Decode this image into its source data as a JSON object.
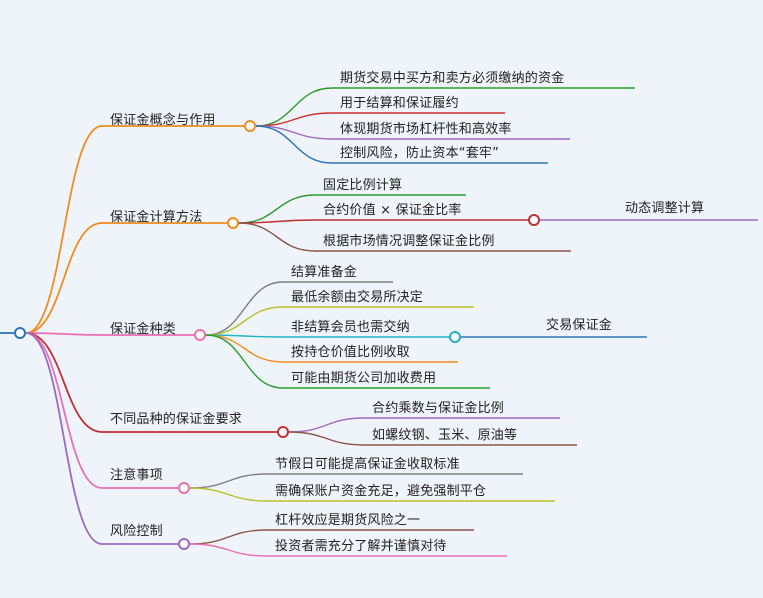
{
  "root": {
    "label": ""
  },
  "branches": [
    {
      "label": "保证金概念与作用",
      "color": "#f08c1e",
      "children": [
        {
          "label": "期货交易中买方和卖方必须缴纳的资金",
          "color": "#2a9d2a"
        },
        {
          "label": "用于结算和保证履约",
          "color": "#d12f2f"
        },
        {
          "label": "体现期货市场杠杆性和高效率",
          "color": "#9b6bc2"
        },
        {
          "label": "控制风险，防止资本“套牢”",
          "color": "#2a74b8"
        }
      ]
    },
    {
      "label": "保证金计算方法",
      "color": "#f08c1e",
      "children": [
        {
          "label": "固定比例计算",
          "color": "#2a9d2a"
        },
        {
          "label": "合约价值 × 保证金比率",
          "color": "#c03030",
          "sub": {
            "label": "动态调整计算",
            "color": "#9b6bc2"
          }
        },
        {
          "label": "根据市场情况调整保证金比例",
          "color": "#8b5548"
        }
      ]
    },
    {
      "label": "保证金种类",
      "color": "#e96fb5",
      "children": [
        {
          "label": "结算准备金",
          "color": "#7f7f7f"
        },
        {
          "label": "最低余额由交易所决定",
          "color": "#b8c02a"
        },
        {
          "label": "非结算会员也需交纳",
          "color": "#1fb3c4",
          "sub": {
            "label": "交易保证金",
            "color": "#2a74b8"
          }
        },
        {
          "label": "按持仓价值比例收取",
          "color": "#f08c1e"
        },
        {
          "label": "可能由期货公司加收费用",
          "color": "#2a9d2a"
        }
      ]
    },
    {
      "label": "不同品种的保证金要求",
      "color": "#c03030",
      "children": [
        {
          "label": "合约乘数与保证金比例",
          "color": "#9b6bc2"
        },
        {
          "label": "如螺纹钢、玉米、原油等",
          "color": "#8b5548"
        }
      ]
    },
    {
      "label": "注意事项",
      "color": "#e96fb5",
      "children": [
        {
          "label": "节假日可能提高保证金收取标准",
          "color": "#7f7f7f"
        },
        {
          "label": "需确保账户资金充足，避免强制平仓",
          "color": "#b8c02a"
        }
      ]
    },
    {
      "label": "风险控制",
      "color": "#9b6bc2",
      "children": [
        {
          "label": "杠杆效应是期货风险之一",
          "color": "#8b5548"
        },
        {
          "label": "投资者需充分了解并谨慎对待",
          "color": "#e96fb5"
        }
      ]
    }
  ]
}
